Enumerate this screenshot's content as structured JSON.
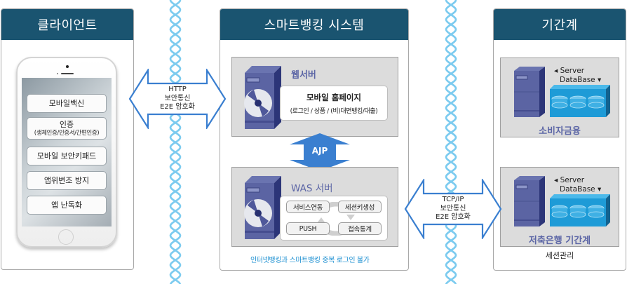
{
  "panels": {
    "client": {
      "title": "클라이언트"
    },
    "smart": {
      "title": "스마트뱅킹 시스템"
    },
    "legacy": {
      "title": "기간계"
    }
  },
  "phone": {
    "items": [
      {
        "label": "모바일백신"
      },
      {
        "label": "인증",
        "sub": "(생체인증/인증서/간편인증)"
      },
      {
        "label": "모바일 보안키패드"
      },
      {
        "label": "앱위변조 방지"
      },
      {
        "label": "앱 난독화"
      }
    ]
  },
  "links": {
    "client_smart": {
      "lines": [
        "HTTP",
        "보안통신",
        "E2E 암호화"
      ]
    },
    "smart_legacy": {
      "lines": [
        "TCP/IP",
        "보안통신",
        "E2E 암호화"
      ]
    },
    "ajp": {
      "label": "AJP"
    }
  },
  "web_server": {
    "title": "웹서버",
    "card_title": "모바일 홈페이지",
    "card_sub": "(로그인 / 상품 / (비)대면뱅킹/대출)"
  },
  "was_server": {
    "title": "WAS 서버",
    "cycle": [
      "서비스연동",
      "세션키생성",
      "접속통계",
      "PUSH"
    ]
  },
  "smart_note": "인터넷뱅킹과 스마트뱅킹 중복 로그인 불가",
  "legacy": {
    "systems": [
      {
        "server_label": "Server",
        "db_label": "DataBase",
        "name": "소비자금융"
      },
      {
        "server_label": "Server",
        "db_label": "DataBase",
        "name": "저축은행 기간계"
      }
    ],
    "footer": "세션관리"
  },
  "colors": {
    "header_bg": "#1a5470",
    "arrow_blue": "#3a7fd0",
    "server_title": "#5c66a6",
    "note_blue": "#1b8fd1",
    "dna": "#7ccbef",
    "db_blue": "#1e9bd7"
  }
}
